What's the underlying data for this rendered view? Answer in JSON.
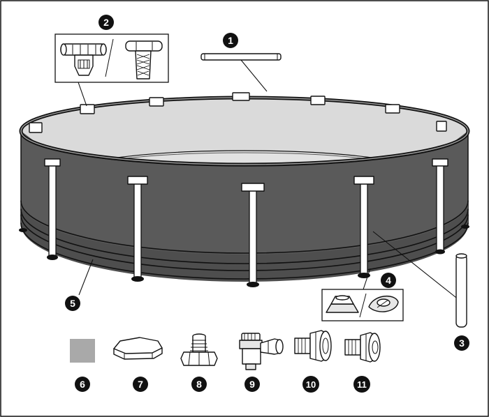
{
  "diagram": {
    "labels": [
      {
        "id": "1",
        "text": "1"
      },
      {
        "id": "2",
        "text": "2"
      },
      {
        "id": "3",
        "text": "3"
      },
      {
        "id": "4",
        "text": "4"
      },
      {
        "id": "5",
        "text": "5"
      },
      {
        "id": "6",
        "text": "6"
      },
      {
        "id": "7",
        "text": "7"
      },
      {
        "id": "8",
        "text": "8"
      },
      {
        "id": "9",
        "text": "9"
      },
      {
        "id": "10",
        "text": "10"
      },
      {
        "id": "11",
        "text": "11"
      }
    ],
    "colors": {
      "liner_wall": "#5a5a5a",
      "liner_wall_dark": "#4a4a4a",
      "pool_floor": "#d6d6d6",
      "liner_swatch": "#a9a9a9",
      "outline": "#111111"
    },
    "parts": [
      {
        "label_id": "1",
        "icon": "horizontal-beam-icon"
      },
      {
        "label_id": "2",
        "icon": "t-joint-and-strap-icon"
      },
      {
        "label_id": "3",
        "icon": "vertical-leg-icon"
      },
      {
        "label_id": "4",
        "icon": "leg-base-cap-icon"
      },
      {
        "label_id": "5",
        "icon": "pool-liner-icon"
      },
      {
        "label_id": "6",
        "icon": "repair-patch-icon"
      },
      {
        "label_id": "7",
        "icon": "drain-cap-icon"
      },
      {
        "label_id": "8",
        "icon": "drain-connector-icon"
      },
      {
        "label_id": "9",
        "icon": "plunger-valve-icon"
      },
      {
        "label_id": "10",
        "icon": "strainer-connector-icon"
      },
      {
        "label_id": "11",
        "icon": "jet-nozzle-icon"
      }
    ]
  }
}
